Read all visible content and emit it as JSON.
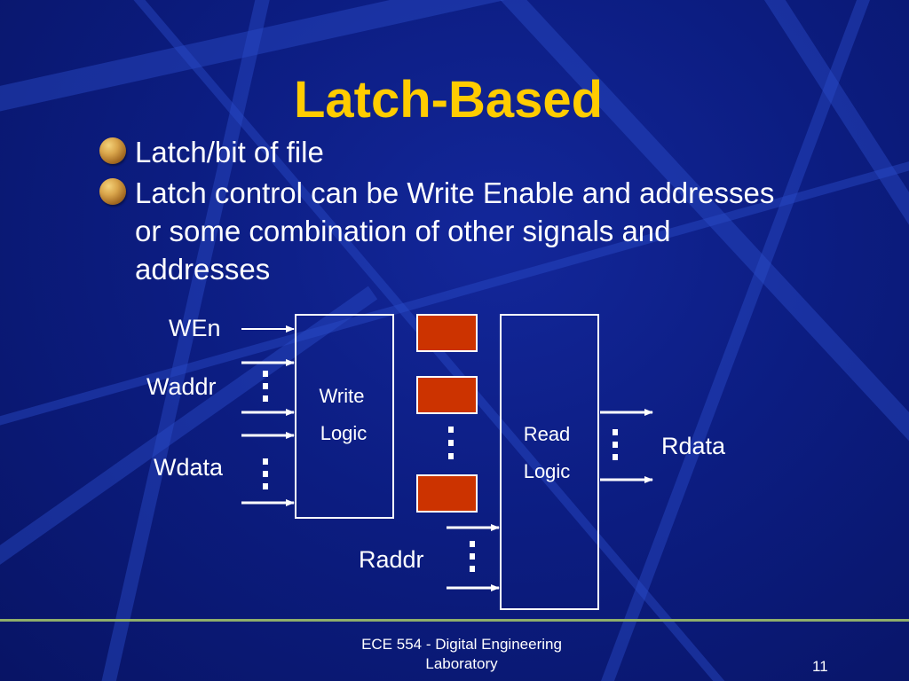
{
  "slide": {
    "title": "Latch-Based",
    "bullets": [
      "Latch/bit of file",
      "Latch control can be Write Enable and addresses or some combination of other signals and addresses"
    ],
    "colors": {
      "title": "#ffcc00",
      "latch_fill": "#cc3300",
      "background": "#0c1d82"
    }
  },
  "diagram": {
    "inputs": {
      "wen": "WEn",
      "waddr": "Waddr",
      "wdata": "Wdata",
      "raddr": "Raddr"
    },
    "output": "Rdata",
    "write_block": {
      "line1": "Write",
      "line2": "Logic"
    },
    "read_block": {
      "line1": "Read",
      "line2": "Logic"
    }
  },
  "footer": {
    "course_line1": "ECE 554 - Digital Engineering",
    "course_line2": "Laboratory",
    "page": "11"
  }
}
